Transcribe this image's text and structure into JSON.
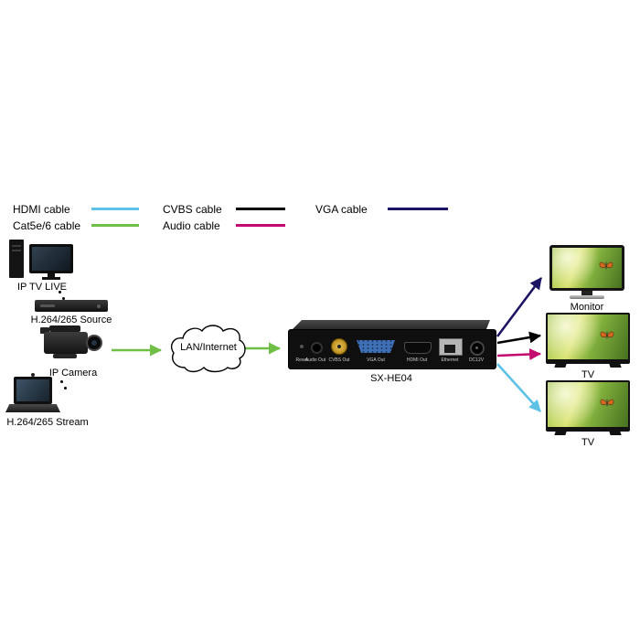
{
  "colors": {
    "hdmi": "#5ec1e6",
    "cvbs": "#000000",
    "vga": "#1b1464",
    "cat5": "#6fbe45",
    "audio": "#c40a6e"
  },
  "legend": {
    "hdmi": "HDMI cable",
    "cvbs": "CVBS cable",
    "vga": "VGA cable",
    "cat5": "Cat5e/6 cable",
    "audio": "Audio cable"
  },
  "sources": {
    "ip_tv": "IP TV LIVE",
    "h264_source": "H.264/265 Source",
    "ip_camera": "IP Camera",
    "h264_stream": "H.264/265 Stream"
  },
  "network": {
    "cloud": "LAN/Internet"
  },
  "decoder": {
    "model": "SX-HE04",
    "ports": [
      "Reset",
      "Audio Out",
      "CVBS Out",
      "VGA Out",
      "HDMI Out",
      "Ethernet",
      "DC12V"
    ]
  },
  "outputs": {
    "monitor": "Monitor",
    "tv_middle": "TV",
    "tv_bottom": "TV"
  }
}
